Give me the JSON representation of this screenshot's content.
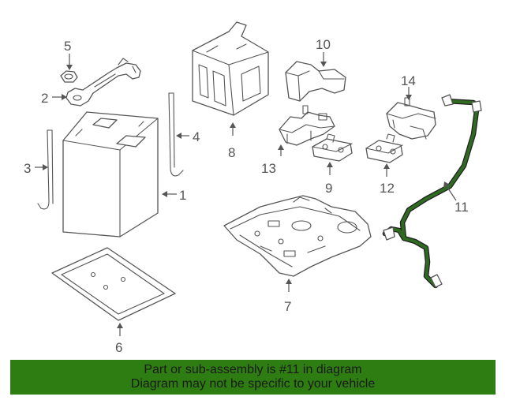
{
  "callouts": {
    "c1": "1",
    "c2": "2",
    "c3": "3",
    "c4": "4",
    "c5": "5",
    "c6": "6",
    "c7": "7",
    "c8": "8",
    "c9": "9",
    "c10": "10",
    "c11": "11",
    "c12": "12",
    "c13": "13",
    "c14": "14"
  },
  "highlighted_part": "11",
  "colors": {
    "banner": "#2e7d12",
    "cable": "#2e6b21",
    "line": "#555555"
  },
  "banner": {
    "line1": "Part or sub-assembly is #11 in diagram",
    "line2": "Diagram may not be specific to your vehicle"
  }
}
